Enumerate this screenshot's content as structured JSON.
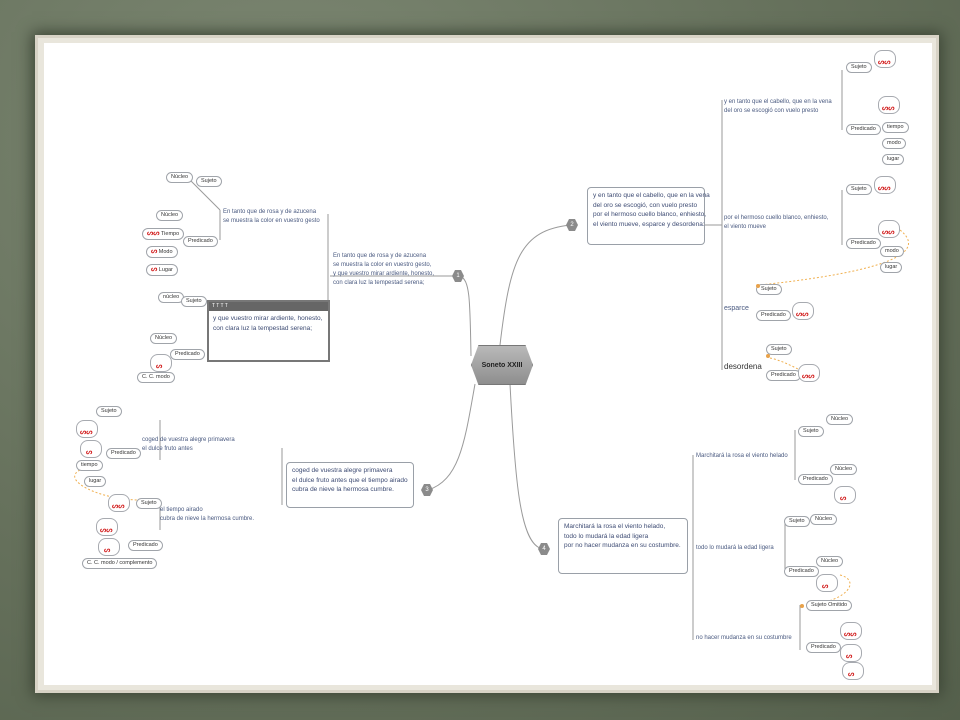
{
  "title": "Soneto XXIII",
  "branch1": {
    "num": "1",
    "main_text": [
      "En tanto que de rosa y de azucena",
      "se muestra la color en vuestro gesto,",
      "y que vuestro mirar ardiente, honesto,",
      "con clara luz la tempestad serena;"
    ],
    "sub1": [
      "En tanto que de rosa y de azucena",
      "se muestra la color en vuestro gesto"
    ],
    "sujeto_label": "Sujeto",
    "predicado_label": "Predicado",
    "nucleo": "Núcleo",
    "items": [
      "Núcleo",
      "Tiempo",
      "Modo",
      "Lugar"
    ],
    "panel_bar": "T T T T",
    "panel_text": [
      "y que vuestro mirar ardiente, honesto,",
      "con clara luz la tempestad serena;"
    ],
    "sub3_left": [
      "núcleo",
      "Núcleo",
      "C. C. modo"
    ]
  },
  "branch2": {
    "num": "2",
    "main_text": [
      "y en tanto que el cabello, que en la vena",
      "del oro se escogió, con vuelo presto",
      "por el hermoso cuello blanco, enhiesto,",
      "el viento mueve, esparce y desordena:"
    ],
    "top_text": [
      "y en tanto que el cabello, que en la vena",
      "del oro se escogió con vuelo presto"
    ],
    "mid_text": [
      "por el hermoso cuello blanco, enhiesto,",
      "el viento mueve"
    ],
    "word1": "esparce",
    "word2": "desordena",
    "sujeto_label": "Sujeto",
    "predicado_label": "Predicado",
    "right_items": [
      "tiempo",
      "modo",
      "lugar"
    ]
  },
  "branch3": {
    "num": "3",
    "main_text": [
      "coged de vuestra alegre primavera",
      "el dulce fruto antes que el tiempo airado",
      "cubra de nieve la hermosa cumbre."
    ],
    "sub1": [
      "coged de vuestra alegre primavera",
      "el dulce fruto antes"
    ],
    "sub2": [
      "el tiempo airado",
      "cubra de nieve la hermosa cumbre."
    ],
    "sujeto_label": "Sujeto",
    "predicado_label": "Predicado",
    "left_items": [
      "tiempo",
      "lugar",
      "C. C. modo / complemento"
    ]
  },
  "branch4": {
    "num": "4",
    "main_text": [
      "Marchitará la rosa el viento helado,",
      "todo lo mudará la edad ligera",
      "por no hacer mudanza en su costumbre."
    ],
    "sub1": "Marchitará la rosa el viento helado",
    "sub2": "todo lo mudará la edad ligera",
    "sub3": "no hacer mudanza en su costumbre",
    "sujeto_label": "Sujeto",
    "predicado_label": "Predicado",
    "nucleo": "Núcleo",
    "sujeto_omitido": "Sujeto Omitido"
  }
}
